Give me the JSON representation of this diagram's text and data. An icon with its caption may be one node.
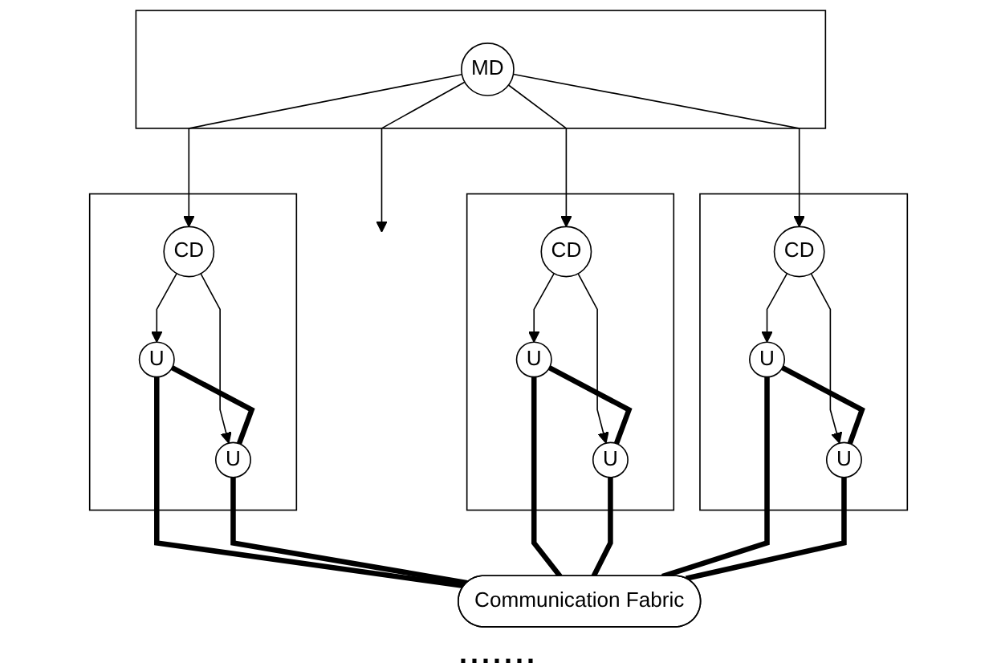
{
  "diagram": {
    "nodes": [
      {
        "text": [],
        "shape": "box"
      },
      {
        "text": [
          "MD"
        ],
        "in": 0
      },
      {
        "text": [],
        "shape": "box"
      },
      {
        "text": [
          "CD"
        ],
        "in": 2
      },
      {
        "text": [
          "U"
        ],
        "in": 2
      },
      {
        "text": [
          "U"
        ],
        "in": 2
      },
      {
        "text": [],
        "shape": "box"
      },
      {
        "text": [
          "CD"
        ],
        "in": 6
      },
      {
        "text": [
          "U"
        ],
        "in": 6
      },
      {
        "text": [
          "U"
        ],
        "in": 6
      },
      {
        "text": [],
        "shape": "box"
      },
      {
        "text": [
          "CD"
        ],
        "in": 10
      },
      {
        "text": [
          "U"
        ],
        "in": 10
      },
      {
        "text": [
          "U"
        ],
        "in": 10
      },
      {
        "text": [
          "Communication Fabric"
        ]
      }
    ],
    "edges": [
      {
        "from": 1,
        "to": 3,
        "arrow": "to"
      },
      {
        "from": 1,
        "to": 7,
        "arrow": "to"
      },
      {
        "from": 1,
        "to": null,
        "arrow": "to"
      },
      {
        "from": 1,
        "to": 11,
        "arrow": "to"
      },
      {
        "from": 3,
        "to": 4,
        "arrow": "to"
      },
      {
        "from": 3,
        "to": 5,
        "arrow": "to"
      },
      {
        "from": 4,
        "to": 5,
        "arrow": "none",
        "style": "thick"
      },
      {
        "from": 7,
        "to": 8,
        "arrow": "to"
      },
      {
        "from": 7,
        "to": 9,
        "arrow": "to"
      },
      {
        "from": 8,
        "to": 9,
        "arrow": "none",
        "style": "thick"
      },
      {
        "from": 11,
        "to": 12,
        "arrow": "to"
      },
      {
        "from": 11,
        "to": 13,
        "arrow": "to"
      },
      {
        "from": 12,
        "to": 13,
        "arrow": "none",
        "style": "thick"
      },
      {
        "from": 4,
        "to": 14,
        "arrow": "none",
        "style": "thick"
      },
      {
        "from": 5,
        "to": 14,
        "arrow": "none",
        "style": "thick"
      },
      {
        "from": 8,
        "to": 14,
        "arrow": "none",
        "style": "thick"
      },
      {
        "from": 9,
        "to": 14,
        "arrow": "none",
        "style": "thick"
      },
      {
        "from": 12,
        "to": 14,
        "arrow": "none",
        "style": "thick"
      },
      {
        "from": 13,
        "to": 14,
        "arrow": "none",
        "style": "thick"
      }
    ],
    "labels": [
      "......."
    ]
  }
}
